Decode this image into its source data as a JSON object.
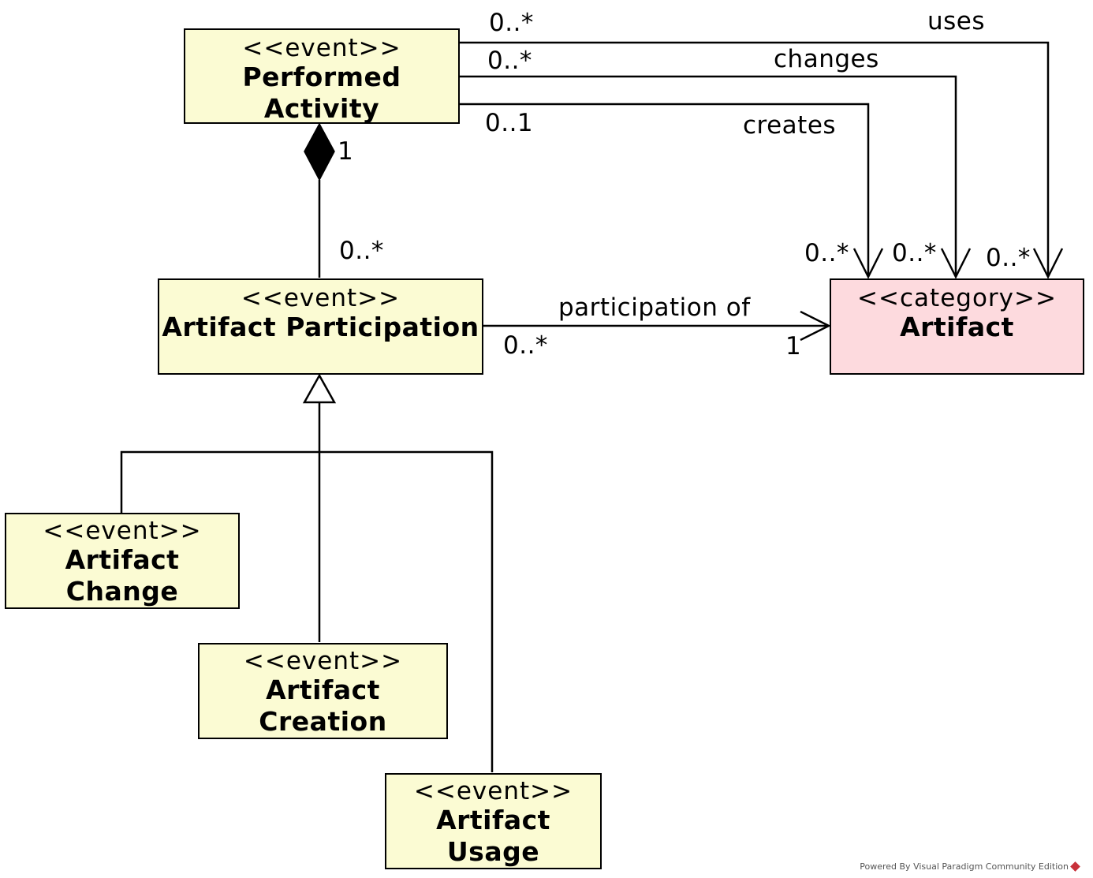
{
  "classes": {
    "performed_activity": {
      "stereotype": "<<event>>",
      "name": "Performed Activity"
    },
    "artifact_participation": {
      "stereotype": "<<event>>",
      "name": "Artifact Participation"
    },
    "artifact": {
      "stereotype": "<<category>>",
      "name": "Artifact"
    },
    "artifact_change": {
      "stereotype": "<<event>>",
      "name": "Artifact Change"
    },
    "artifact_creation": {
      "stereotype": "<<event>>",
      "name": "Artifact Creation"
    },
    "artifact_usage": {
      "stereotype": "<<event>>",
      "name": "Artifact Usage"
    }
  },
  "associations": {
    "uses": {
      "label": "uses",
      "source_mult": "0..*",
      "target_mult": "0..*"
    },
    "changes": {
      "label": "changes",
      "source_mult": "0..*",
      "target_mult": "0..*"
    },
    "creates": {
      "label": "creates",
      "source_mult": "0..1",
      "target_mult": "0..*"
    },
    "participation_of": {
      "label": "participation of",
      "source_mult": "0..*",
      "target_mult": "1"
    },
    "composition": {
      "whole_mult": "1",
      "part_mult": "0..*"
    }
  },
  "colors": {
    "event_fill": "#fbfbd3",
    "category_fill": "#fddade",
    "line": "#000000"
  },
  "footer": {
    "text": "Powered By Visual Paradigm Community Edition"
  }
}
